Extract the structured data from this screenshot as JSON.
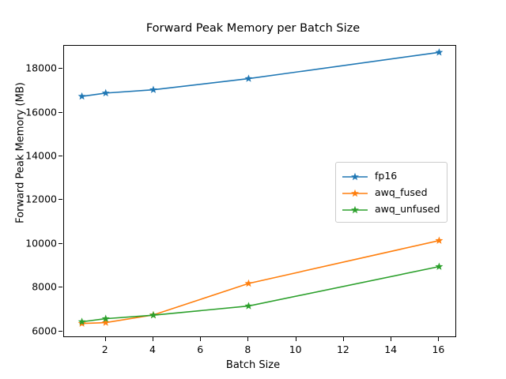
{
  "chart_data": {
    "type": "line",
    "title": "Forward Peak Memory per Batch Size",
    "xlabel": "Batch Size",
    "ylabel": "Forward Peak Memory (MB)",
    "x": [
      1,
      2,
      4,
      8,
      16
    ],
    "xlim": [
      0.25,
      16.75
    ],
    "ylim": [
      5700,
      19050
    ],
    "xticks": [
      2,
      4,
      6,
      8,
      10,
      12,
      14,
      16
    ],
    "xtick_labels": [
      "2",
      "4",
      "6",
      "8",
      "10",
      "12",
      "14",
      "16"
    ],
    "yticks": [
      6000,
      8000,
      10000,
      12000,
      14000,
      16000,
      18000
    ],
    "ytick_labels": [
      "6000",
      "8000",
      "10000",
      "12000",
      "14000",
      "16000",
      "18000"
    ],
    "grid": false,
    "legend_position": "center right",
    "marker": "star",
    "series": [
      {
        "name": "fp16",
        "color": "#1f77b4",
        "values": [
          16740,
          16890,
          17040,
          17550,
          18750
        ]
      },
      {
        "name": "awq_fused",
        "color": "#ff7f0e",
        "values": [
          6360,
          6400,
          6750,
          8190,
          10150
        ]
      },
      {
        "name": "awq_unfused",
        "color": "#2ca02c",
        "values": [
          6440,
          6580,
          6740,
          7160,
          8960
        ]
      }
    ]
  }
}
